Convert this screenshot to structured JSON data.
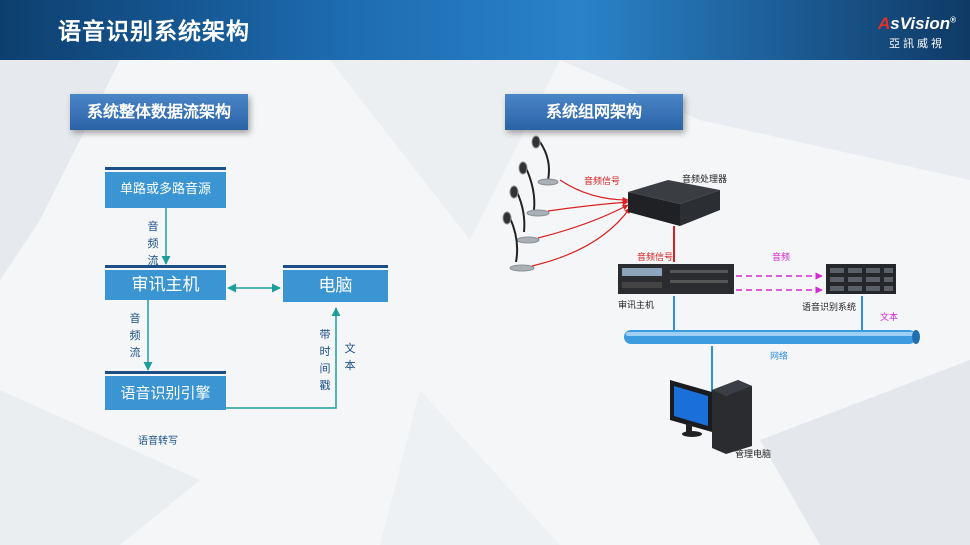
{
  "header": {
    "title": "语音识别系统架构"
  },
  "logo": {
    "brand_accent": "A",
    "brand_rest": "sVision",
    "mark": "®",
    "chinese": "亞訊威視"
  },
  "left": {
    "section_label": "系统整体数据流架构",
    "boxes": {
      "source": "单路或多路音源",
      "host": "审讯主机",
      "pc": "电脑",
      "engine": "语音识别引擎"
    },
    "flow1": "音频流",
    "flow2": "音频流",
    "timestamp": "带时间戳",
    "text": "文本",
    "transcribe": "语音转写"
  },
  "right": {
    "section_label": "系统组网架构",
    "audio_signal_1": "音频信号",
    "audio_processor": "音频处理器",
    "audio_signal_2": "音频信号",
    "audio": "音频",
    "host": "审讯主机",
    "asr_system": "语音识别系统",
    "text": "文本",
    "network": "网络",
    "mgmt_pc": "管理电脑"
  },
  "colors": {
    "header": "#1d6bb0",
    "box": "#3a95d2",
    "arrow": "#1e9e9a",
    "red": "#d92020",
    "magenta": "#d22ad2",
    "network": "#2f8fd8"
  }
}
